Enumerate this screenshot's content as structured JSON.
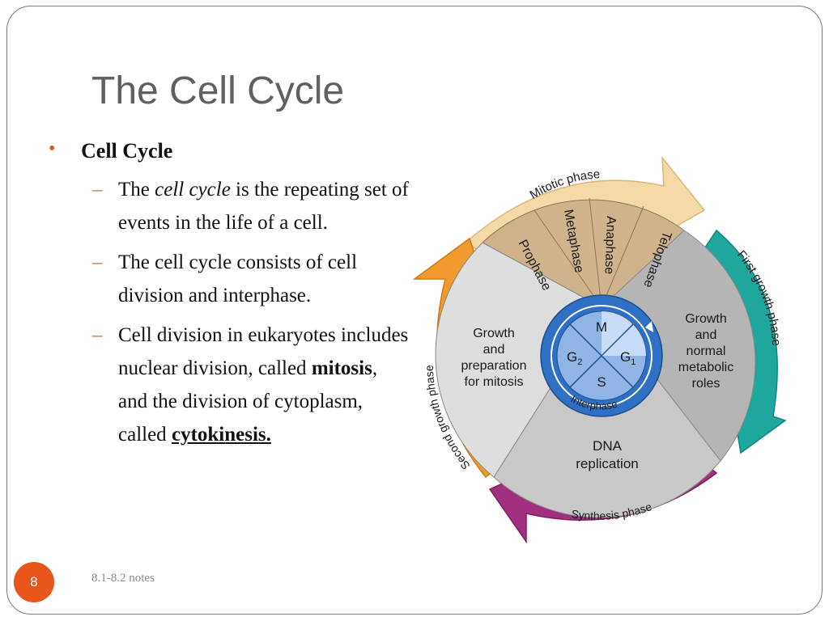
{
  "slide": {
    "title": "The Cell Cycle",
    "bullet": "Cell Cycle",
    "sub1": {
      "pre": "The ",
      "em": "cell cycle",
      "post": " is the repeating set of events in the life of a cell."
    },
    "sub2": "The cell cycle consists of cell division and interphase.",
    "sub3": {
      "pre": "Cell division in eukaryotes includes nuclear division, called ",
      "b1": "mitosis",
      "mid": ", and the division of cytoplasm, called ",
      "b2": "cytokinesis."
    },
    "slide_number": "8",
    "footer": "8.1-8.2 notes"
  },
  "diagram": {
    "outer_arrows": {
      "mitotic": "Mitotic phase",
      "g1": "First growth phase",
      "synthesis": "Synthesis phase",
      "g2": "Second growth phase"
    },
    "mitosis_phases": [
      "Prophase",
      "Metaphase",
      "Anaphase",
      "Telophase"
    ],
    "wedges": {
      "g2_line1": "Growth",
      "g2_line2": "and",
      "g2_line3": "preparation",
      "g2_line4": "for mitosis",
      "g1_line1": "Growth",
      "g1_line2": "and",
      "g1_line3": "normal",
      "g1_line4": "metabolic",
      "g1_line5": "roles",
      "s_line1": "DNA",
      "s_line2": "replication"
    },
    "center": {
      "m": "M",
      "g2": "G",
      "g2_sub": "2",
      "g1": "G",
      "g1_sub": "1",
      "s": "S",
      "interphase": "Interphase"
    },
    "colors": {
      "mitotic_arrow": "#f5d9a6",
      "g1_arrow": "#1ea79c",
      "synthesis_arrow": "#a1307f",
      "g2_arrow": "#f19a2e",
      "mitosis_wedge": "#cfb48b",
      "g2_wedge": "#dedede",
      "g1_wedge": "#b5b5b5",
      "s_wedge": "#c8c8c8",
      "center_blue": "#2f6fc4"
    }
  }
}
